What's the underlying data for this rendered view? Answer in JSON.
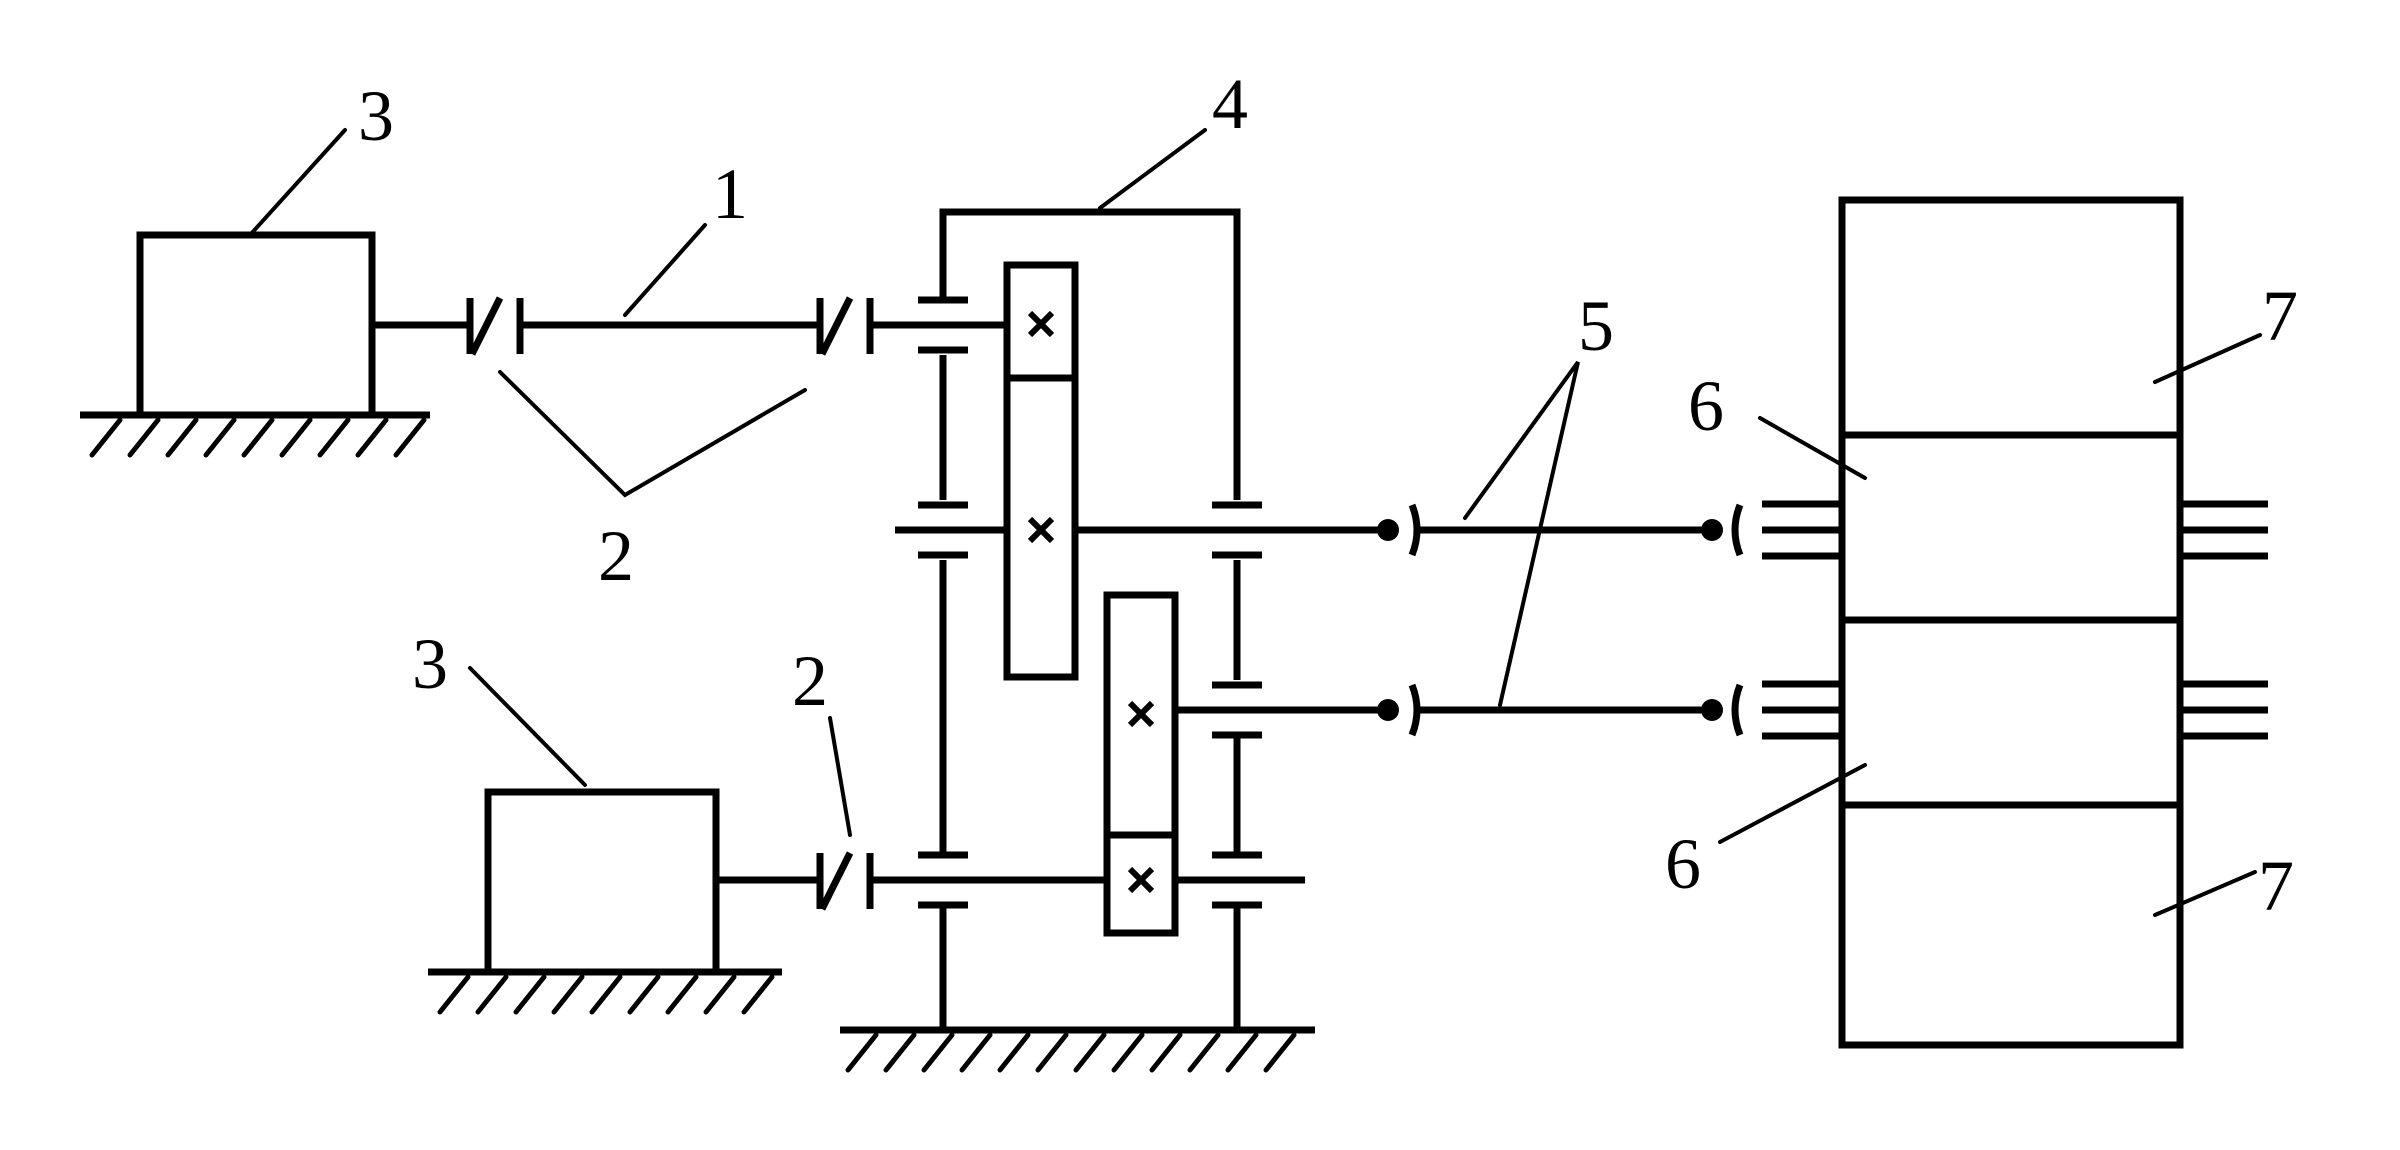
{
  "labels": {
    "shaft": "1",
    "coupling": "2",
    "coupling_lower": "2",
    "motor_upper": "3",
    "motor_lower": "3",
    "gearbox": "4",
    "output_shafts": "5",
    "roll_upper": "6",
    "roll_lower": "6",
    "stand_upper": "7",
    "stand_lower": "7"
  },
  "colors": {
    "stroke": "#000000",
    "background": "#ffffff"
  }
}
